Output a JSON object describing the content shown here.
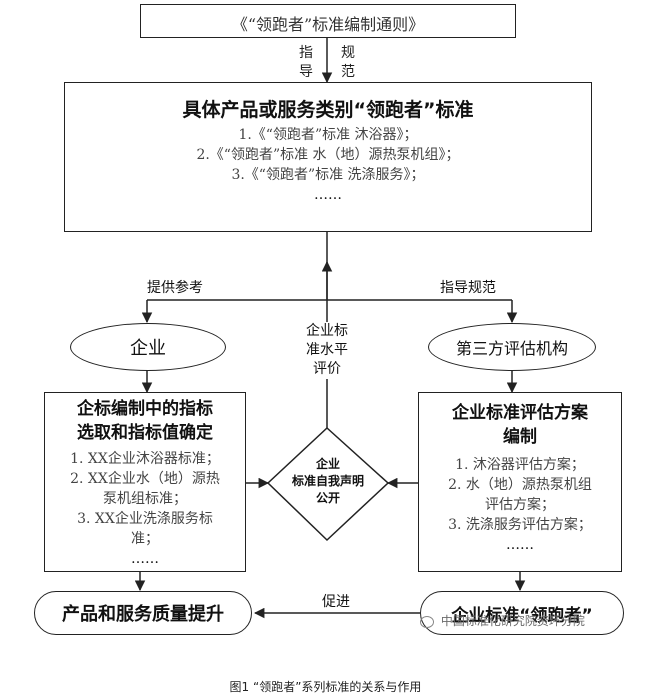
{
  "top_box": {
    "text": "《“领跑者”标准编制通则》"
  },
  "guide_label": {
    "col1": [
      "指",
      "导"
    ],
    "col2": [
      "规",
      "范"
    ]
  },
  "main_box": {
    "title": "具体产品或服务类别“领跑者”标准",
    "items": [
      "1.《“领跑者”标准 沐浴器》；",
      "2.《“领跑者”标准 水（地）源热泵机组》；",
      "3.《“领跑者”标准 洗涤服务》；",
      "……"
    ]
  },
  "branch_left_label": "提供参考",
  "branch_right_label": "指导规范",
  "left_ellipse": "企业",
  "right_ellipse": "第三方评估机构",
  "middle_label": [
    "企业标",
    "准水平",
    "评价"
  ],
  "left_box": {
    "title": [
      "企标编制中的指标",
      "选取和指标值确定"
    ],
    "items": [
      "1. XX企业沐浴器标准；",
      "2. XX企业水（地）源热",
      "泵机组标准；",
      "3. XX企业洗涤服务标",
      "准；",
      "……"
    ]
  },
  "diamond": {
    "lines": [
      "企业",
      "标准自我声明",
      "公开"
    ]
  },
  "right_box": {
    "title": [
      "企业标准评估方案",
      "编制"
    ],
    "items": [
      "1. 沐浴器评估方案；",
      "2. 水（地）源热泵机组",
      "评估方案；",
      "3. 洗涤服务评估方案；",
      "……"
    ]
  },
  "bottom_left": "产品和服务质量提升",
  "promote_label": "促进",
  "bottom_right": "企业标准“领跑者”",
  "watermark": "中国标准化研究院资环分院",
  "caption": "图1 “领跑者”系列标准的关系与作用"
}
